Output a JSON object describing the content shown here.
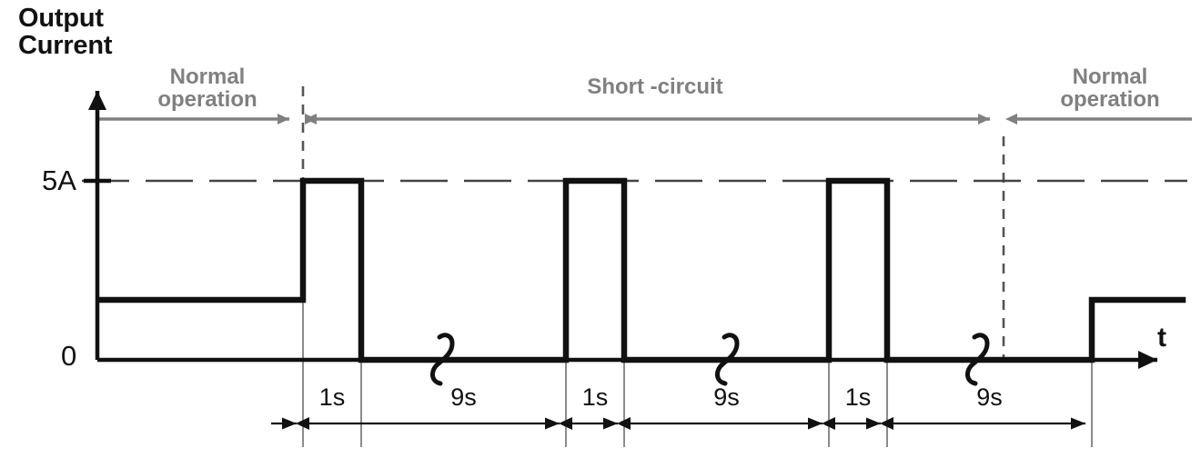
{
  "diagram": {
    "title_line1": "Output",
    "title_line2": "Current",
    "y_axis_label_high": "5A",
    "y_axis_label_zero": "0",
    "x_axis_label": "t",
    "accent_gray": "#808080",
    "waveform_color": "#111111",
    "phases": [
      {
        "name": "normal-left",
        "label_line1": "Normal",
        "label_line2": "operation"
      },
      {
        "name": "short-circuit",
        "label_line1": "Short -circuit",
        "label_line2": ""
      },
      {
        "name": "normal-right",
        "label_line1": "Normal",
        "label_line2": "operation"
      }
    ],
    "durations": [
      "1s",
      "9s",
      "1s",
      "9s",
      "1s",
      "9s"
    ]
  },
  "chart_data": {
    "type": "line",
    "title": "Output Current",
    "xlabel": "t",
    "ylabel": "Output Current",
    "ytick_labels": [
      "0",
      "5A"
    ],
    "ytick_values": [
      0,
      5
    ],
    "ylim": [
      0,
      6.5
    ],
    "grid": false,
    "legend": "none",
    "annotations": [
      "Normal operation",
      "Short -circuit",
      "Normal operation",
      "1s",
      "9s",
      "1s",
      "9s",
      "1s",
      "9s"
    ],
    "series": [
      {
        "name": "Output current",
        "description": "Step waveform: nominal load current during normal operation, then repeating short-circuit retry cycle of 1s at 5A followed by 9s at 0A, three times, then return to nominal current.",
        "points": [
          {
            "t": 0,
            "i": 1.9
          },
          {
            "t": 10,
            "i": 1.9
          },
          {
            "t": 10,
            "i": 5
          },
          {
            "t": 11,
            "i": 5
          },
          {
            "t": 11,
            "i": 0
          },
          {
            "t": 20,
            "i": 0
          },
          {
            "t": 20,
            "i": 5
          },
          {
            "t": 21,
            "i": 5
          },
          {
            "t": 21,
            "i": 0
          },
          {
            "t": 30,
            "i": 0
          },
          {
            "t": 30,
            "i": 5
          },
          {
            "t": 31,
            "i": 5
          },
          {
            "t": 31,
            "i": 0
          },
          {
            "t": 40,
            "i": 0
          },
          {
            "t": 40,
            "i": 1.9
          },
          {
            "t": 44,
            "i": 1.9
          }
        ]
      }
    ],
    "pulse_high_amps": 5,
    "pulse_width_s": 1,
    "pulse_gap_s": 9,
    "pulse_count": 3,
    "nominal_current_amps": 1.9
  }
}
